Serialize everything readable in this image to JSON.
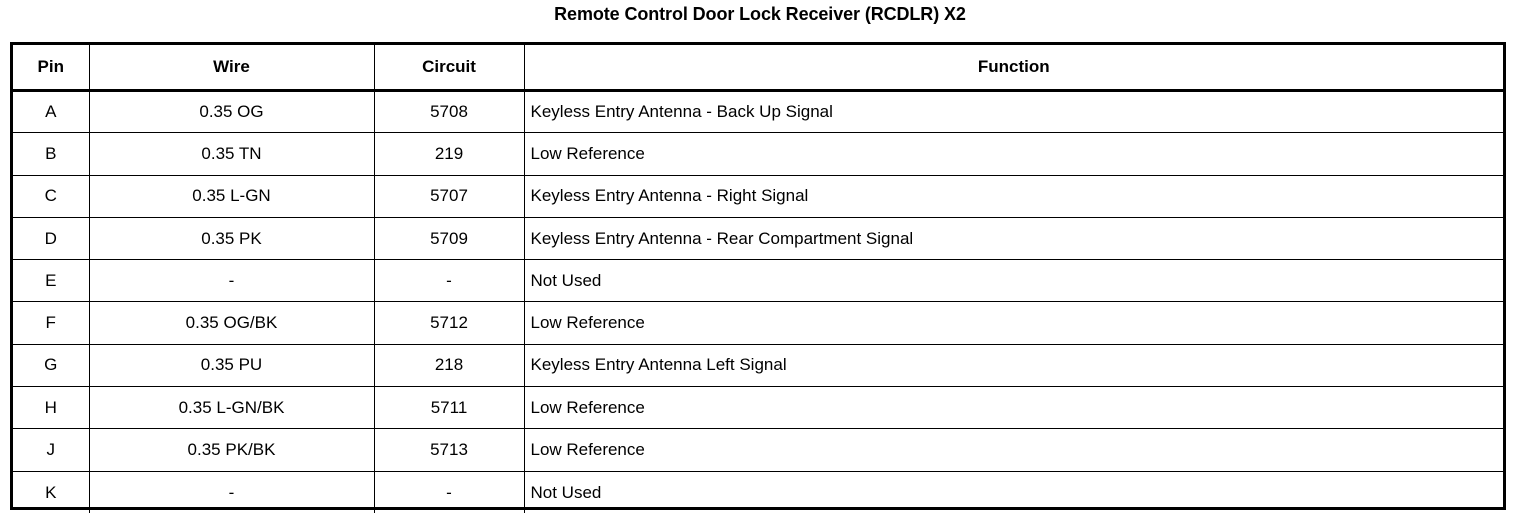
{
  "document": {
    "title": "Remote Control Door Lock Receiver (RCDLR) X2"
  },
  "table": {
    "columns": [
      {
        "key": "pin",
        "label": "Pin"
      },
      {
        "key": "wire",
        "label": "Wire"
      },
      {
        "key": "circuit",
        "label": "Circuit"
      },
      {
        "key": "function",
        "label": "Function"
      }
    ],
    "rows": [
      {
        "pin": "A",
        "wire": "0.35 OG",
        "circuit": "5708",
        "function": "Keyless Entry Antenna - Back Up Signal"
      },
      {
        "pin": "B",
        "wire": "0.35 TN",
        "circuit": "219",
        "function": "Low Reference"
      },
      {
        "pin": "C",
        "wire": "0.35 L-GN",
        "circuit": "5707",
        "function": "Keyless Entry Antenna - Right Signal"
      },
      {
        "pin": "D",
        "wire": "0.35 PK",
        "circuit": "5709",
        "function": "Keyless Entry Antenna - Rear Compartment Signal"
      },
      {
        "pin": "E",
        "wire": "-",
        "circuit": "-",
        "function": "Not Used"
      },
      {
        "pin": "F",
        "wire": "0.35 OG/BK",
        "circuit": "5712",
        "function": "Low Reference"
      },
      {
        "pin": "G",
        "wire": "0.35 PU",
        "circuit": "218",
        "function": "Keyless Entry Antenna Left Signal"
      },
      {
        "pin": "H",
        "wire": "0.35 L-GN/BK",
        "circuit": "5711",
        "function": "Low Reference"
      },
      {
        "pin": "J",
        "wire": "0.35 PK/BK",
        "circuit": "5713",
        "function": "Low Reference"
      },
      {
        "pin": "K",
        "wire": "-",
        "circuit": "-",
        "function": "Not Used"
      }
    ]
  },
  "style": {
    "background": "#ffffff",
    "text": "#000000",
    "border": "#000000"
  }
}
